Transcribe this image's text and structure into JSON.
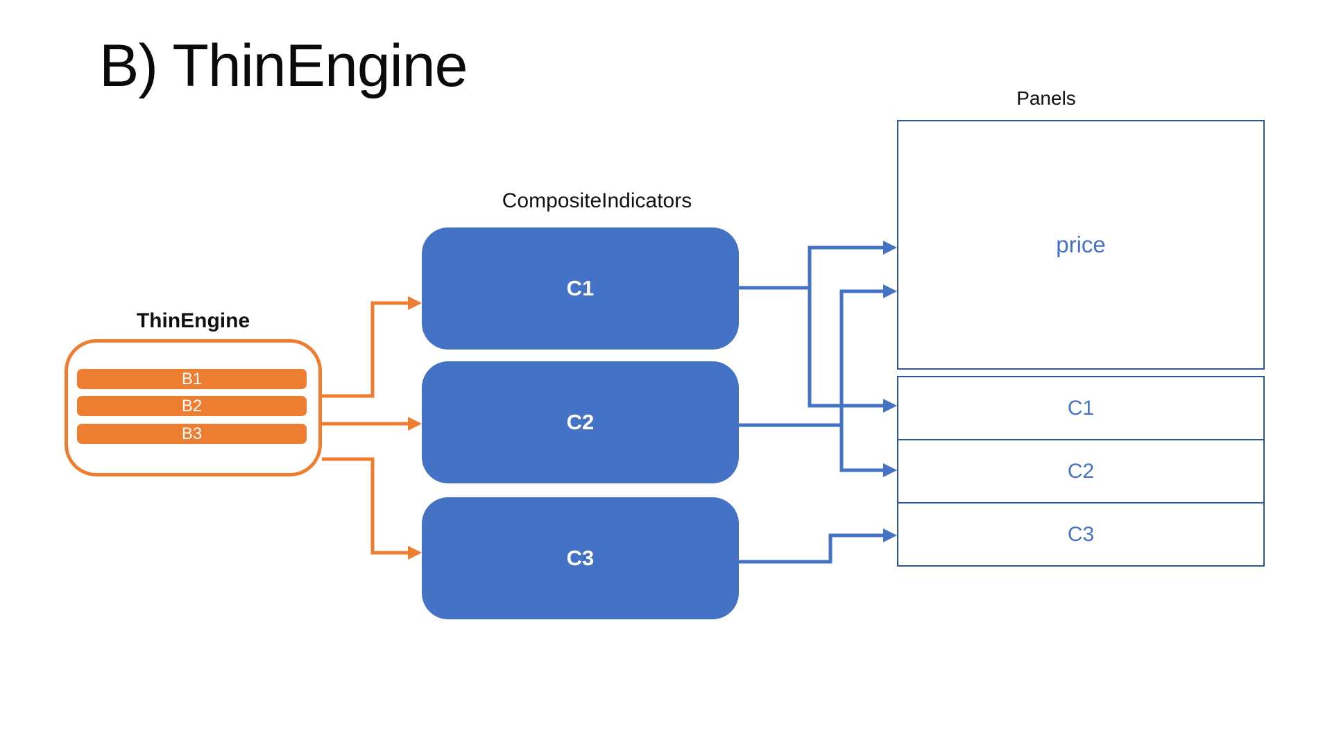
{
  "title": "B) ThinEngine",
  "colors": {
    "orange": "#ED7D31",
    "blue": "#4472C4",
    "panel_border": "#2F5597",
    "background": "#FFFFFF"
  },
  "thin_engine": {
    "label": "ThinEngine",
    "bars": [
      {
        "label": "B1"
      },
      {
        "label": "B2"
      },
      {
        "label": "B3"
      }
    ]
  },
  "composite_indicators": {
    "label": "CompositeIndicators",
    "boxes": [
      {
        "label": "C1"
      },
      {
        "label": "C2"
      },
      {
        "label": "C3"
      }
    ]
  },
  "panels": {
    "label": "Panels",
    "price_panel": {
      "label": "price"
    },
    "rows": [
      {
        "label": "C1"
      },
      {
        "label": "C2"
      },
      {
        "label": "C3"
      }
    ]
  },
  "connections": {
    "orange_arrows": [
      "ThinEngine to C1",
      "ThinEngine to C2",
      "ThinEngine to C3"
    ],
    "blue_arrows": [
      "C1 to price",
      "C1 to C1 panel",
      "C2 to price",
      "C2 to C2 panel",
      "C3 to C3 panel"
    ]
  }
}
